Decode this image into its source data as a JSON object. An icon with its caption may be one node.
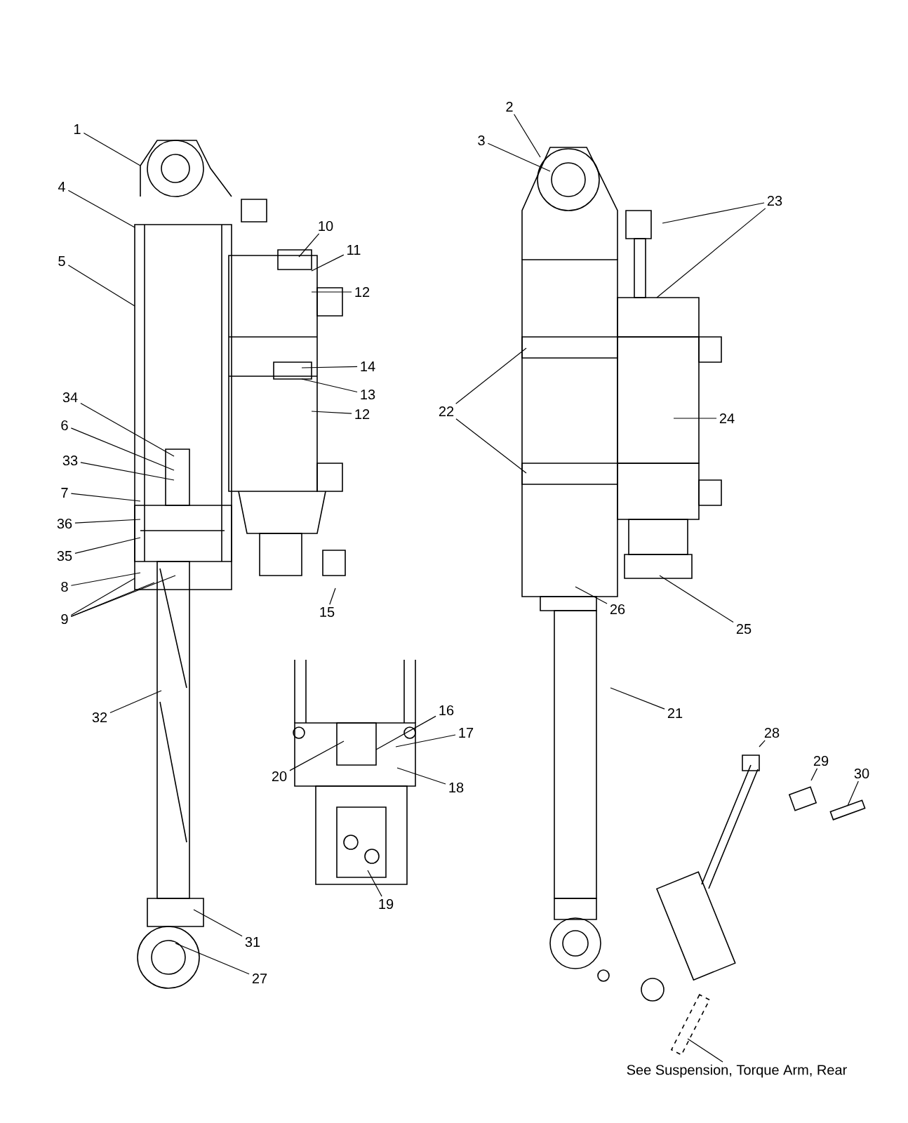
{
  "diagram": {
    "nodes": [
      {
        "text": [
          "1"
        ]
      },
      {
        "text": [
          "2"
        ]
      },
      {
        "text": [
          "3"
        ]
      },
      {
        "text": [
          "4"
        ]
      },
      {
        "text": [
          "5"
        ]
      },
      {
        "text": [
          "6"
        ]
      },
      {
        "text": [
          "7"
        ]
      },
      {
        "text": [
          "8"
        ]
      },
      {
        "text": [
          "9"
        ]
      },
      {
        "text": [
          "10"
        ]
      },
      {
        "text": [
          "11"
        ]
      },
      {
        "text": [
          "12"
        ]
      },
      {
        "text": [
          "12"
        ]
      },
      {
        "text": [
          "13"
        ]
      },
      {
        "text": [
          "14"
        ]
      },
      {
        "text": [
          "15"
        ]
      },
      {
        "text": [
          "16"
        ]
      },
      {
        "text": [
          "17"
        ]
      },
      {
        "text": [
          "18"
        ]
      },
      {
        "text": [
          "19"
        ]
      },
      {
        "text": [
          "20"
        ]
      },
      {
        "text": [
          "21"
        ]
      },
      {
        "text": [
          "22"
        ]
      },
      {
        "text": [
          "23"
        ]
      },
      {
        "text": [
          "24"
        ]
      },
      {
        "text": [
          "25"
        ]
      },
      {
        "text": [
          "26"
        ]
      },
      {
        "text": [
          "27"
        ]
      },
      {
        "text": [
          "28"
        ]
      },
      {
        "text": [
          "29"
        ]
      },
      {
        "text": [
          "30"
        ]
      },
      {
        "text": [
          "31"
        ]
      },
      {
        "text": [
          "32"
        ]
      },
      {
        "text": [
          "33"
        ]
      },
      {
        "text": [
          "34"
        ]
      },
      {
        "text": [
          "35"
        ]
      },
      {
        "text": [
          "36"
        ]
      },
      {
        "text": [
          "See Suspension, Torque Arm, Rear"
        ]
      }
    ],
    "edges": [
      {
        "from": 0,
        "to": null,
        "arrow": "none"
      },
      {
        "from": 1,
        "to": null,
        "arrow": "none"
      },
      {
        "from": 2,
        "to": null,
        "arrow": "none"
      },
      {
        "from": 3,
        "to": null,
        "arrow": "none"
      },
      {
        "from": 4,
        "to": null,
        "arrow": "none"
      },
      {
        "from": 5,
        "to": null,
        "arrow": "none"
      },
      {
        "from": 6,
        "to": null,
        "arrow": "none"
      },
      {
        "from": 7,
        "to": null,
        "arrow": "none"
      },
      {
        "from": 8,
        "to": null,
        "arrow": "none"
      },
      {
        "from": 8,
        "to": null,
        "arrow": "none"
      },
      {
        "from": 8,
        "to": null,
        "arrow": "none"
      },
      {
        "from": 9,
        "to": null,
        "arrow": "none"
      },
      {
        "from": 10,
        "to": null,
        "arrow": "none"
      },
      {
        "from": 11,
        "to": null,
        "arrow": "none"
      },
      {
        "from": 12,
        "to": null,
        "arrow": "none"
      },
      {
        "from": 13,
        "to": null,
        "arrow": "none"
      },
      {
        "from": 14,
        "to": null,
        "arrow": "none"
      },
      {
        "from": 15,
        "to": null,
        "arrow": "none"
      },
      {
        "from": 16,
        "to": null,
        "arrow": "none"
      },
      {
        "from": 17,
        "to": null,
        "arrow": "none"
      },
      {
        "from": 18,
        "to": null,
        "arrow": "none"
      },
      {
        "from": 19,
        "to": null,
        "arrow": "none"
      },
      {
        "from": 20,
        "to": null,
        "arrow": "none"
      },
      {
        "from": 21,
        "to": null,
        "arrow": "none"
      },
      {
        "from": 22,
        "to": null,
        "arrow": "none"
      },
      {
        "from": 22,
        "to": null,
        "arrow": "none"
      },
      {
        "from": 23,
        "to": null,
        "arrow": "none"
      },
      {
        "from": 23,
        "to": null,
        "arrow": "none"
      },
      {
        "from": 24,
        "to": null,
        "arrow": "none"
      },
      {
        "from": 25,
        "to": null,
        "arrow": "none"
      },
      {
        "from": 26,
        "to": null,
        "arrow": "none"
      },
      {
        "from": 27,
        "to": null,
        "arrow": "none"
      },
      {
        "from": 28,
        "to": null,
        "arrow": "none"
      },
      {
        "from": 29,
        "to": null,
        "arrow": "none"
      },
      {
        "from": 30,
        "to": null,
        "arrow": "none"
      },
      {
        "from": 31,
        "to": null,
        "arrow": "none"
      },
      {
        "from": 32,
        "to": null,
        "arrow": "none"
      },
      {
        "from": 33,
        "to": null,
        "arrow": "none"
      },
      {
        "from": 34,
        "to": null,
        "arrow": "none"
      },
      {
        "from": 35,
        "to": null,
        "arrow": "none"
      },
      {
        "from": 36,
        "to": null,
        "arrow": "none"
      },
      {
        "from": 37,
        "to": null,
        "arrow": "none"
      }
    ]
  }
}
